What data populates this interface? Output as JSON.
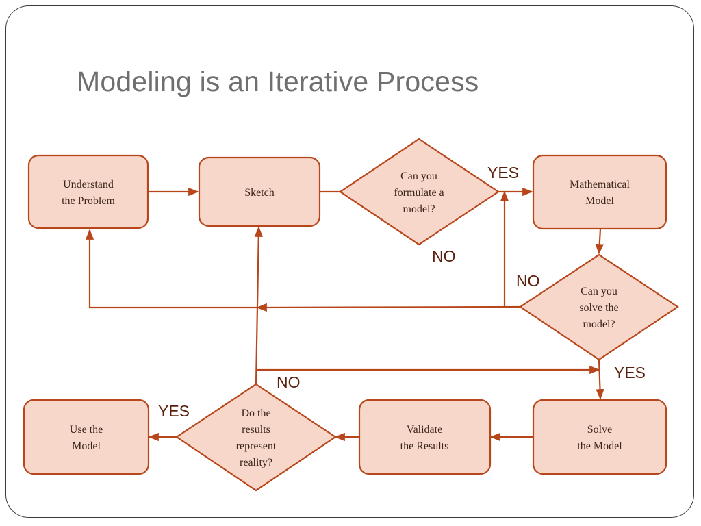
{
  "slide": {
    "title": "Modeling is an Iterative Process"
  },
  "nodes": {
    "understand": [
      "Understand",
      "the Problem"
    ],
    "sketch": [
      "Sketch"
    ],
    "formulate": [
      "Can you",
      "formulate a",
      "model?"
    ],
    "mathematical": [
      "Mathematical",
      "Model"
    ],
    "solve_q": [
      "Can you",
      "solve the",
      "model?"
    ],
    "solve": [
      "Solve",
      "the Model"
    ],
    "validate": [
      "Validate",
      "the Results"
    ],
    "results_q": [
      "Do the",
      "results",
      "represent",
      "reality?"
    ],
    "use": [
      "Use the",
      "Model"
    ]
  },
  "edge_labels": {
    "formulate_yes": "YES",
    "formulate_no": "NO",
    "solve_no": "NO",
    "solve_yes": "YES",
    "results_no": "NO",
    "results_yes": "YES"
  },
  "colors": {
    "node_fill": "#f8d7cb",
    "stroke": "#b8461b",
    "title": "#6f6f6f",
    "label": "#5a1e0c"
  }
}
